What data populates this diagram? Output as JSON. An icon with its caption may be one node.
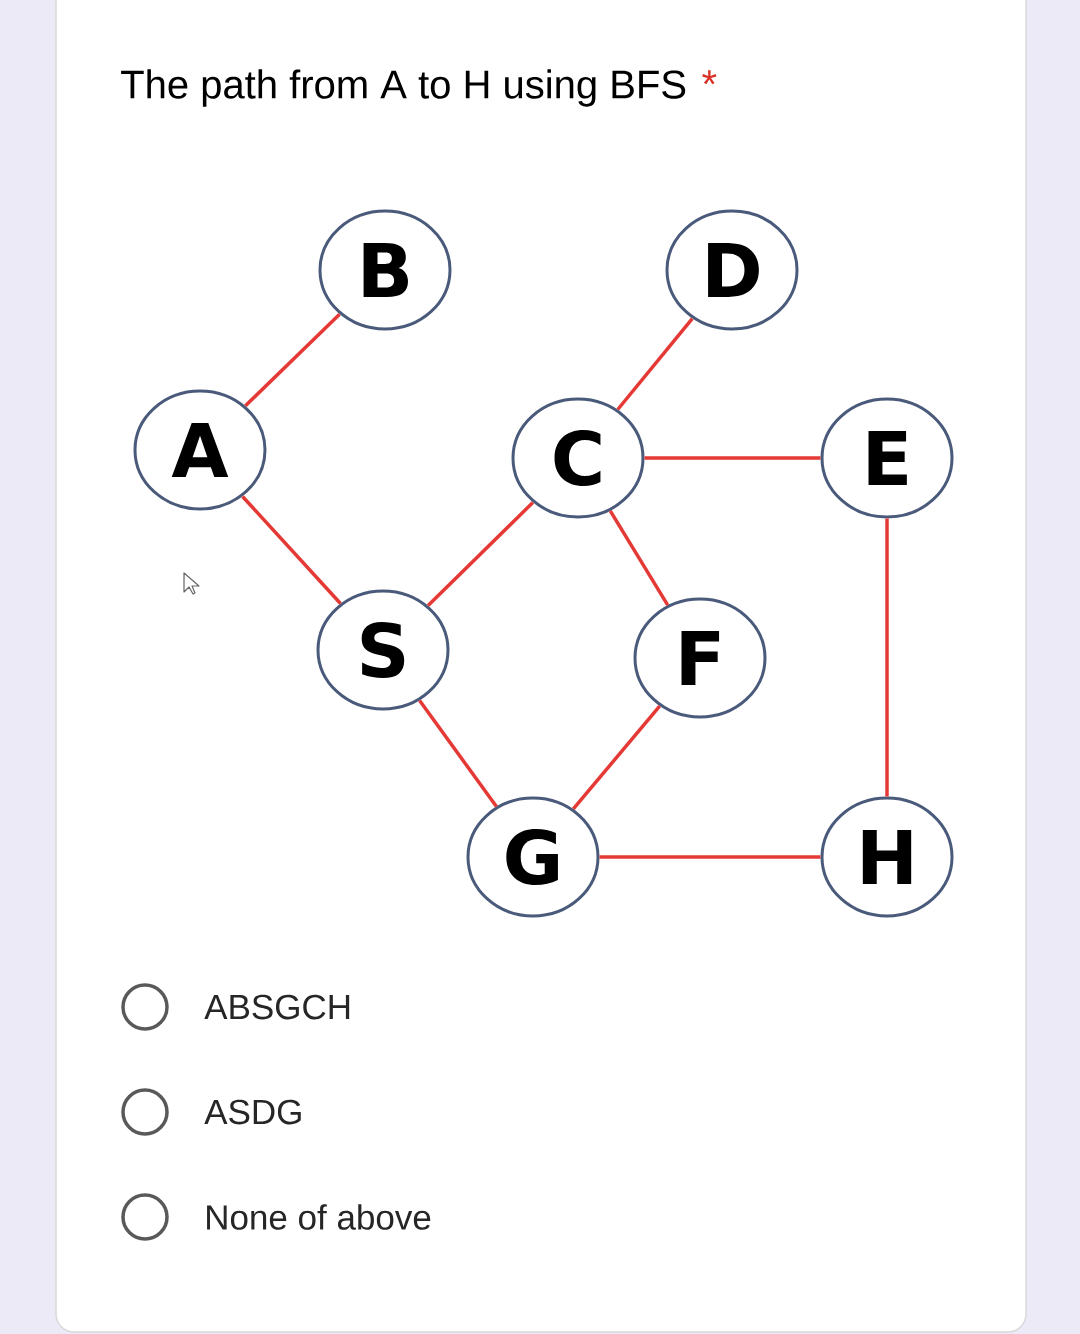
{
  "diagram": {
    "title": "The path from A to H using BFS",
    "nodes": [
      {
        "text": [
          "A"
        ]
      },
      {
        "text": [
          "B"
        ]
      },
      {
        "text": [
          "D"
        ]
      },
      {
        "text": [
          "C"
        ]
      },
      {
        "text": [
          "E"
        ]
      },
      {
        "text": [
          "S"
        ]
      },
      {
        "text": [
          "F"
        ]
      },
      {
        "text": [
          "G"
        ]
      },
      {
        "text": [
          "H"
        ]
      }
    ],
    "edges": [
      {
        "from": 0,
        "to": 1,
        "arrow": "none"
      },
      {
        "from": 0,
        "to": 5,
        "arrow": "none"
      },
      {
        "from": 5,
        "to": 3,
        "arrow": "none"
      },
      {
        "from": 3,
        "to": 2,
        "arrow": "none"
      },
      {
        "from": 3,
        "to": 4,
        "arrow": "none"
      },
      {
        "from": 3,
        "to": 6,
        "arrow": "none"
      },
      {
        "from": 5,
        "to": 7,
        "arrow": "none"
      },
      {
        "from": 6,
        "to": 7,
        "arrow": "none"
      },
      {
        "from": 7,
        "to": 8,
        "arrow": "none"
      },
      {
        "from": 4,
        "to": 8,
        "arrow": "none"
      }
    ],
    "labels": [
      "*",
      "ABSGCH",
      "ASDG",
      "None of above"
    ]
  }
}
